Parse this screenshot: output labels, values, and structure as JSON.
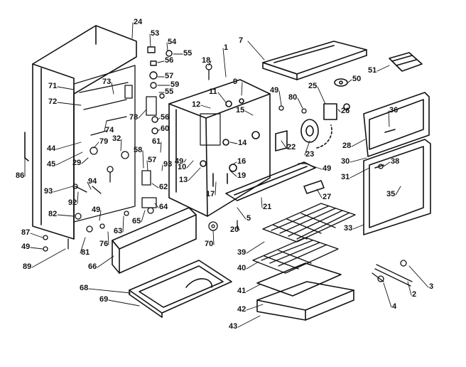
{
  "diagram": {
    "part_labels": [
      "1",
      "2",
      "3",
      "4",
      "5",
      "7",
      "9",
      "10",
      "11",
      "12",
      "13",
      "14",
      "15",
      "16",
      "17",
      "18",
      "19",
      "20",
      "21",
      "22",
      "23",
      "24",
      "25",
      "26",
      "27",
      "28",
      "29",
      "30",
      "31",
      "32",
      "33",
      "35",
      "36",
      "38",
      "39",
      "40",
      "41",
      "42",
      "43",
      "44",
      "45",
      "49",
      "49",
      "49",
      "49",
      "49",
      "50",
      "51",
      "53",
      "54",
      "55",
      "55",
      "56",
      "56",
      "57",
      "57",
      "58",
      "59",
      "60",
      "61",
      "62",
      "63",
      "64",
      "65",
      "66",
      "68",
      "69",
      "70",
      "71",
      "72",
      "73",
      "74",
      "76",
      "78",
      "79",
      "80",
      "81",
      "82",
      "86",
      "87",
      "89",
      "92",
      "93",
      "93",
      "94"
    ]
  }
}
